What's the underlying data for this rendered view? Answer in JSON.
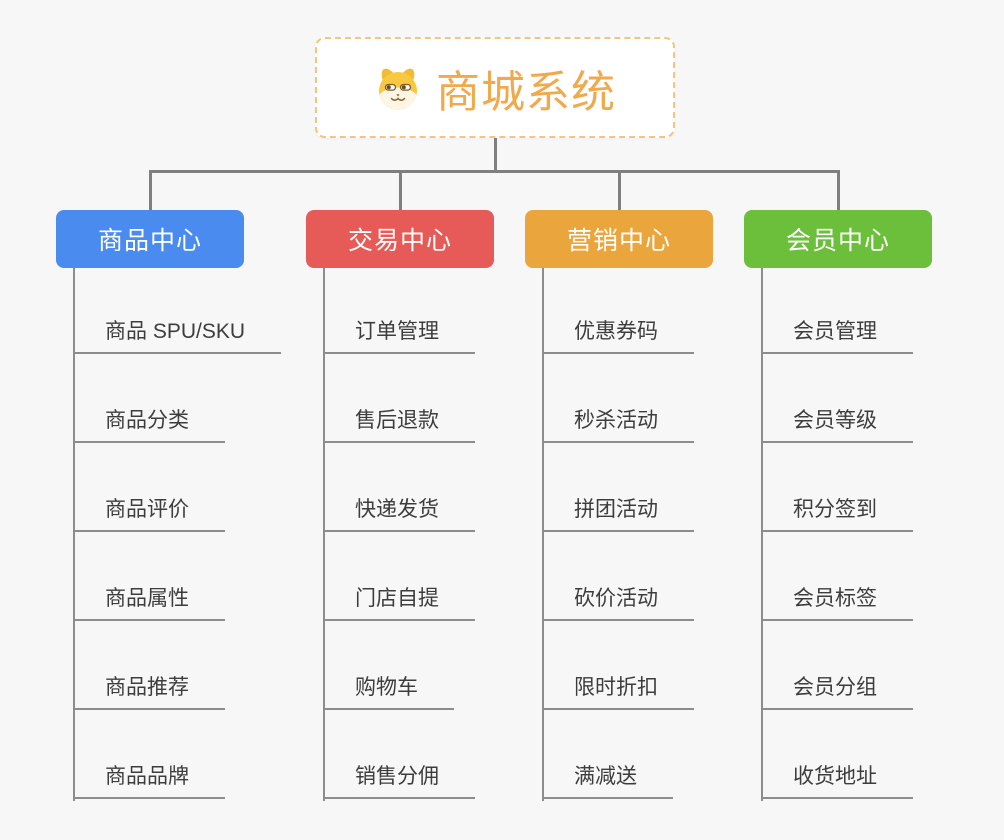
{
  "root": {
    "title": "商城系统",
    "icon": "dog-icon"
  },
  "branches": [
    {
      "label": "商品中心",
      "color": "#4a8bf0",
      "children": [
        "商品 SPU/SKU",
        "商品分类",
        "商品评价",
        "商品属性",
        "商品推荐",
        "商品品牌"
      ]
    },
    {
      "label": "交易中心",
      "color": "#e65b57",
      "children": [
        "订单管理",
        "售后退款",
        "快递发货",
        "门店自提",
        "购物车",
        "销售分佣"
      ]
    },
    {
      "label": "营销中心",
      "color": "#eaa63c",
      "children": [
        "优惠券码",
        "秒杀活动",
        "拼团活动",
        "砍价活动",
        "限时折扣",
        "满减送"
      ]
    },
    {
      "label": "会员中心",
      "color": "#6cbf3b",
      "children": [
        "会员管理",
        "会员等级",
        "积分签到",
        "会员标签",
        "会员分组",
        "收货地址"
      ]
    }
  ],
  "colors": {
    "background": "#f7f7f7",
    "root_border": "#f5c47e",
    "root_text": "#f0a94c",
    "connector": "#7f7f7f",
    "leaf_line": "#8d8d8d",
    "leaf_text": "#3d3d3d"
  }
}
